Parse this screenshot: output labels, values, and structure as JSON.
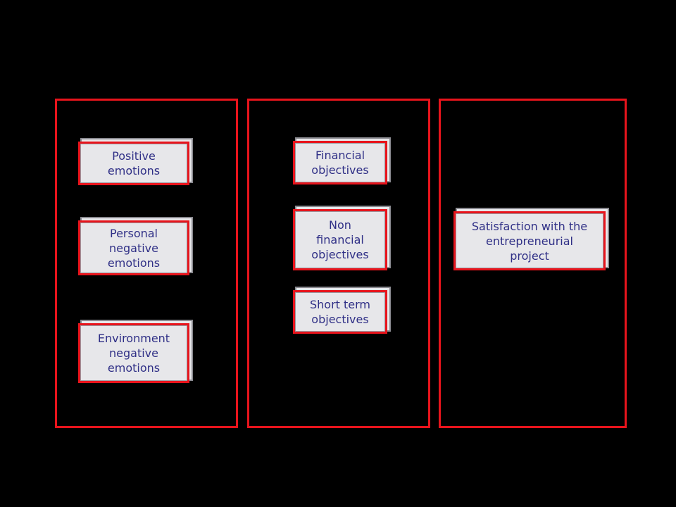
{
  "colors": {
    "background": "#000000",
    "frame_red": "#e8141c",
    "node_fill": "#e7e7ea",
    "node_text": "#2f2f86"
  },
  "columns": {
    "emotions": {
      "nodes": {
        "positive": "Positive\nemotions",
        "personal_negative": "Personal\nnegative\nemotions",
        "environment_negative": "Environment\nnegative\nemotions"
      }
    },
    "objectives": {
      "nodes": {
        "financial": "Financial\nobjectives",
        "non_financial": "Non\nfinancial\nobjectives",
        "short_term": "Short term\nobjectives"
      }
    },
    "satisfaction": {
      "nodes": {
        "satisfaction": "Satisfaction with the\nentrepreneurial\nproject"
      }
    }
  }
}
